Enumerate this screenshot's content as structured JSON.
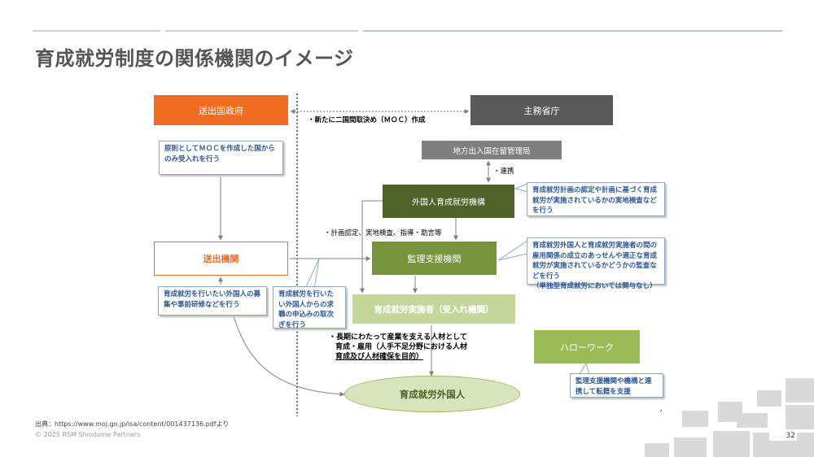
{
  "title": "育成就労制度の関係機関のイメージ",
  "nodes": {
    "sending_government": "送出国政府",
    "ministry": "主務省庁",
    "immigration_bureau": "地方出入国在留管理局",
    "foreign_worker_agency": "外国人育成就労機構",
    "sending_agency": "送出機関",
    "supervising_body": "監理支援機関",
    "implementer": "育成就労実施者（受入れ機関）",
    "hello_work": "ハローワーク",
    "foreign_worker": "育成就労外国人"
  },
  "labels": {
    "moc": "・新たに二国間取決め（ＭＯＣ）作成",
    "cooperation": "・連携",
    "plan_line": "・計画認定、実地検査、指導・助言等",
    "long_term_1": "・長期にわたって産業を支える人材として",
    "long_term_2": "育成・雇用（人手不足分野における人材",
    "long_term_3": "育成及び人材確保を目的）"
  },
  "notes": {
    "government": "原則としてＭＯＣを作成した国からのみ受入れを行う",
    "agency_role": "育成就労計画の認定や計画に基づく育成就労が実施されているかの実地検査などを行う",
    "supervising_role": "育成就労外国人と育成就労実施者の間の雇用関係の成立のあっせんや適正な育成就労が実施されているかどうかの監査などを行う",
    "supervising_role_sub": "（単独型育成就労においては関与なし）",
    "sending_role": "育成就労を行いたい外国人の募集や事前研修などを行う",
    "sending_job": "育成就労を行いたい外国人からの求職の申込みの取次ぎを行う",
    "hello_work_role": "監理支援機関や機構と連携して転籍を支援"
  },
  "footer": {
    "source": "出典：https://www.moj.go.jp/isa/content/001437136.pdfより",
    "copyright": "© 2025 RSM Shiodome Partners",
    "page_number": "32",
    "stray_mark": "′"
  },
  "colors": {
    "orange": "#f16d22",
    "dark_gray": "#595959",
    "gray": "#7f7f7f",
    "dark_green": "#4f6228",
    "olive_green": "#77933c",
    "light_green": "#c4d79b",
    "green": "#9bbb59",
    "note_border": "#8da9c4",
    "accent_blue": "#2b5797"
  }
}
